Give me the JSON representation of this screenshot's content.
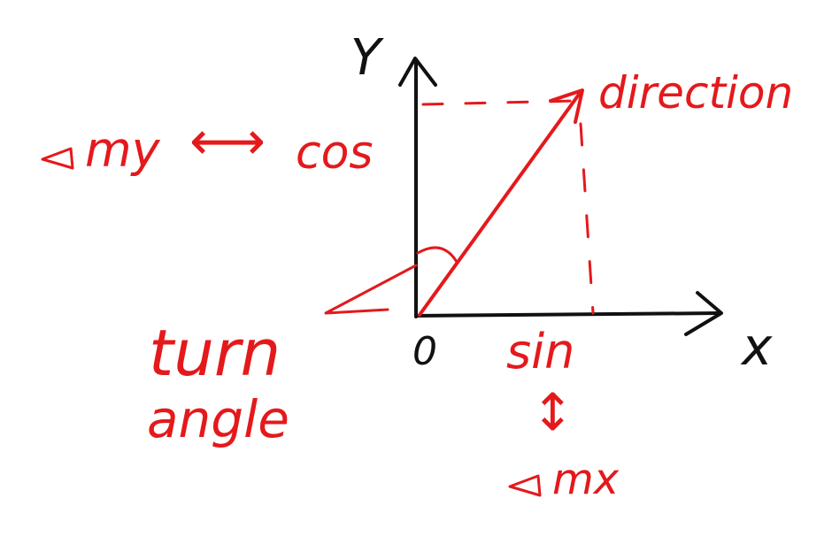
{
  "labels": {
    "y_axis": "Y",
    "x_axis": "x",
    "origin": "0",
    "direction": "direction",
    "cos": "cos",
    "delta_my": "my",
    "arrow_my_cos": "⟷",
    "sin": "sin",
    "arrow_sin_mx": "↕",
    "delta_mx": "mx",
    "turn": "turn",
    "angle": "angle"
  },
  "colors": {
    "axes": "#111111",
    "annotations": "#e4191c",
    "background": "#ffffff"
  },
  "icons": {
    "delta_symbol": "triangle-outline"
  }
}
